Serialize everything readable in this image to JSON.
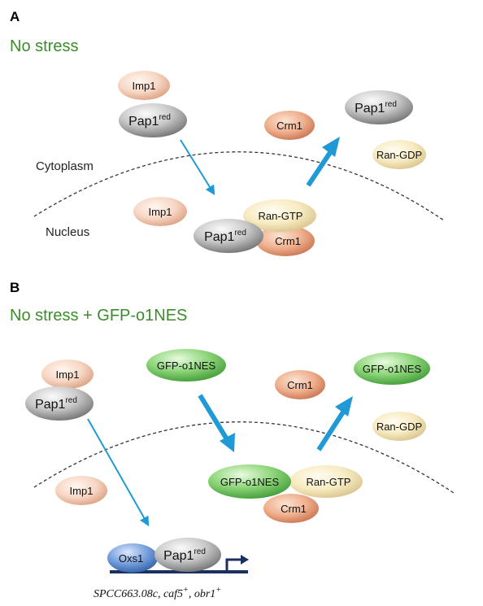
{
  "panel_a": {
    "letter": "A",
    "title": "No stress",
    "cytoplasm_label": "Cytoplasm",
    "nucleus_label": "Nucleus"
  },
  "panel_b": {
    "letter": "B",
    "title": "No stress + GFP-o1NES"
  },
  "molecules": {
    "imp1": "Imp1",
    "pap1": "Pap1",
    "pap1_sup": "red",
    "crm1": "Crm1",
    "ran_gtp": "Ran-GTP",
    "ran_gdp": "Ran-GDP",
    "gfp_nes": "GFP-o1NES",
    "oxs1": "Oxs1"
  },
  "genes": {
    "g1": "SPCC663.08c",
    "sep1": ", ",
    "g2": "caf5",
    "g2_sup": "+",
    "sep2": ", ",
    "g3": "obr1",
    "g3_sup": "+"
  },
  "colors": {
    "title_green": "#3c8c2c",
    "arrow_blue": "#1f9ad6",
    "gene_navy": "#1b2f63",
    "imp1_fill": "#f3c9b2",
    "pap1_fill": "#a8a8a8",
    "crm1_fill": "#eba07e",
    "ran_fill": "#f6e6b4",
    "gfp_fill": "#7ccc6a",
    "oxs1_fill": "#5f8bcc"
  }
}
